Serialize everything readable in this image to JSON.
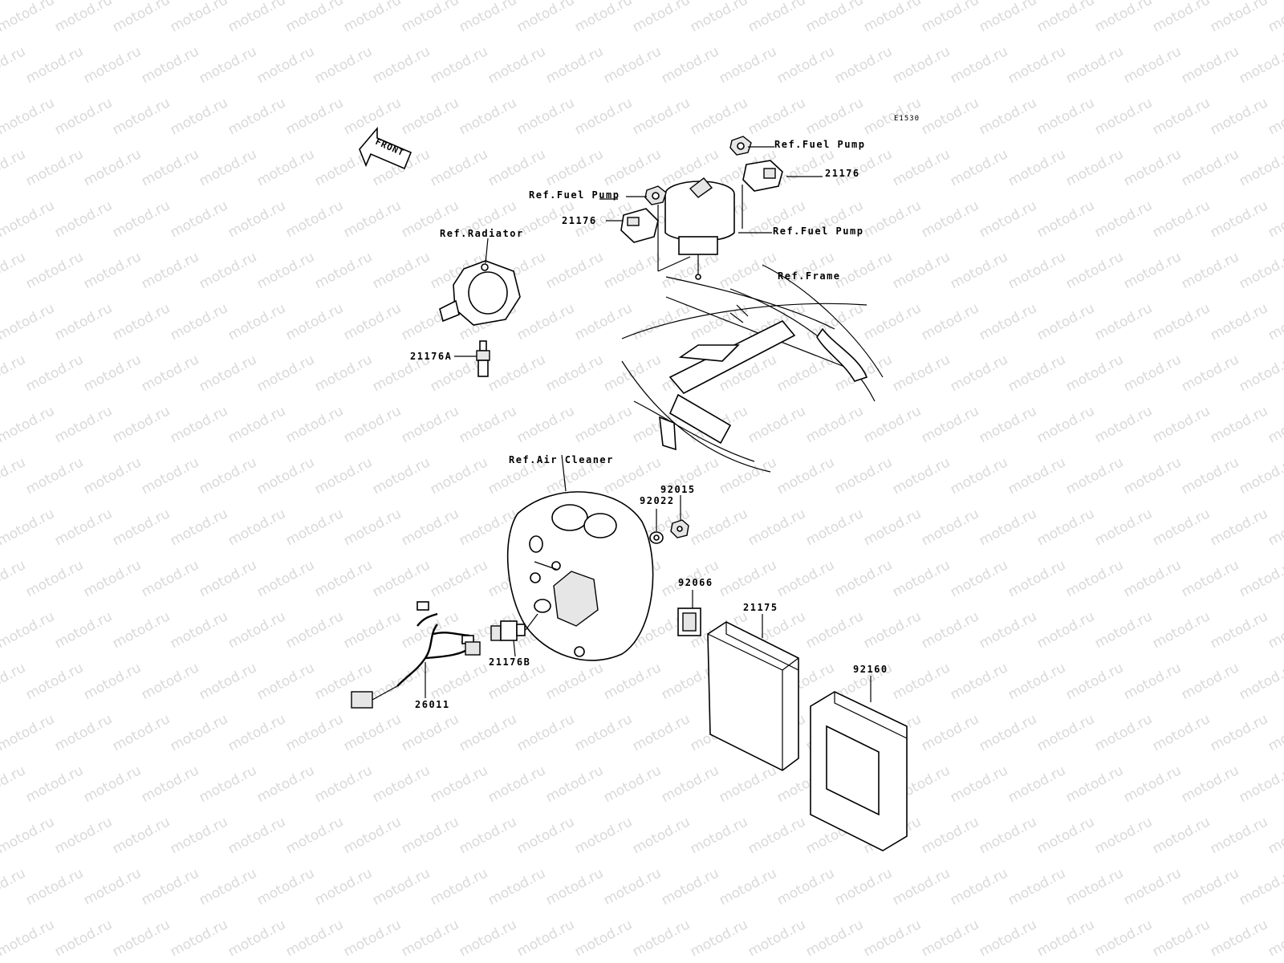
{
  "diagram_code": "E1530",
  "watermark": "motod.ru",
  "front_arrow_label": "FRONT",
  "labels": {
    "ref_fuel_pump_top": "Ref.Fuel Pump",
    "part_21176_right": "21176",
    "ref_fuel_pump_left": "Ref.Fuel Pump",
    "part_21176_left": "21176",
    "ref_fuel_pump_right": "Ref.Fuel Pump",
    "ref_radiator": "Ref.Radiator",
    "ref_frame": "Ref.Frame",
    "part_21176A": "21176A",
    "ref_air_cleaner": "Ref.Air Cleaner",
    "part_92015": "92015",
    "part_92022": "92022",
    "part_92066": "92066",
    "part_21175": "21175",
    "part_92160": "92160",
    "part_21176B": "21176B",
    "part_26011": "26011"
  }
}
